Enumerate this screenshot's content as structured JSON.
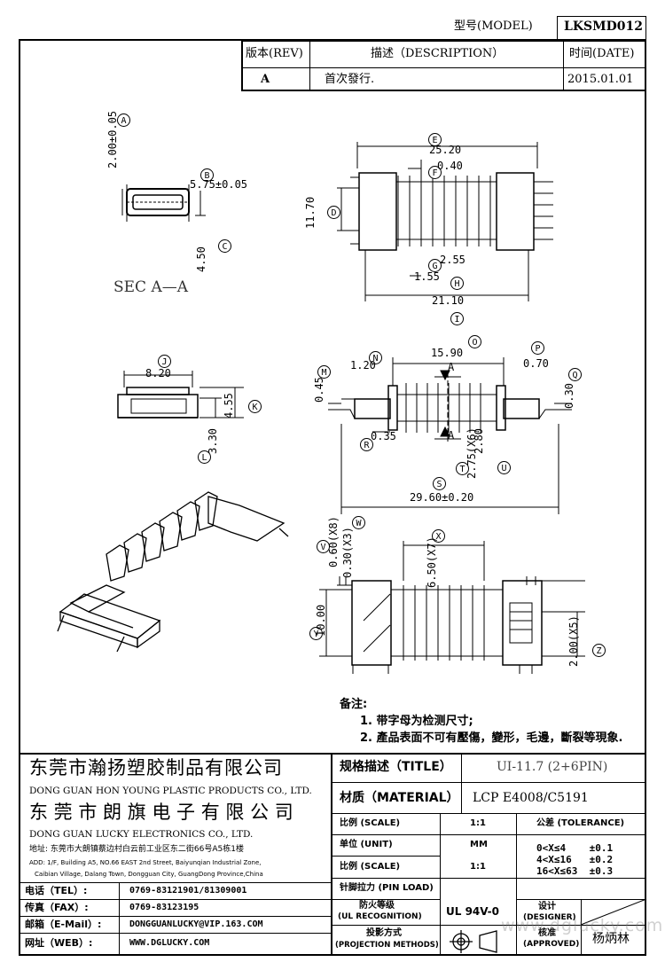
{
  "header": {
    "model_label": "型号(MODEL)",
    "model_value": "LKSMD012",
    "rev_label": "版本(REV)",
    "desc_label": "描述（DESCRIPTION）",
    "date_label": "时间(DATE)",
    "rev_value": "A",
    "desc_value": "首次發行.",
    "date_value": "2015.01.01"
  },
  "drawing": {
    "sec_label": "SEC A—A",
    "dims": {
      "a": "2.00±0.05",
      "b": "5.75±0.05",
      "c": "4.50",
      "e": "25.20",
      "f": "0.40",
      "d": "11.70",
      "g": "2.55",
      "h": "1.55",
      "i": "21.10",
      "j": "8.20",
      "k": "4.55",
      "l": "3.30",
      "n": "1.20",
      "o": "15.90",
      "p": "0.70",
      "m": "0.45",
      "q": "0.30",
      "r": "0.35",
      "t": "2.75(X6)",
      "u": "2.80",
      "s": "29.60±0.20",
      "v": "0.60(X8)",
      "w": "0.30(X3)",
      "x": "6.50(X7)",
      "y": "10.00",
      "z": "2.00(X5)",
      "section_mark": "A"
    },
    "markers": [
      "A",
      "B",
      "C",
      "D",
      "E",
      "F",
      "G",
      "H",
      "I",
      "J",
      "K",
      "L",
      "M",
      "N",
      "O",
      "P",
      "Q",
      "R",
      "S",
      "T",
      "U",
      "V",
      "W",
      "X",
      "Y",
      "Z"
    ]
  },
  "notes": {
    "title": "备注:",
    "line1": "1. 带字母为检测尺寸;",
    "line2": "2. 產品表面不可有壓傷，變形，毛邊，斷裂等現象."
  },
  "company": {
    "name1": "东莞市瀚扬塑胶制品有限公司",
    "name1_en": "DONG GUAN HON YOUNG PLASTIC PRODUCTS CO., LTD.",
    "name2": "东 莞 市 朗 旗 电 子 有 限 公 司",
    "name2_en": "DONG GUAN LUCKY ELECTRONICS CO., LTD.",
    "addr_cn": "地址: 东莞市大朗镇蔡边村白云前工业区东二街66号A5栋1楼",
    "addr_en1": "ADD: 1/F, Building A5, NO.66 EAST 2nd Street, Baiyunqian Industrial Zone,",
    "addr_en2": "Caibian Village, Dalang Town, Dongguan City, GuangDong Province,China"
  },
  "contacts": [
    {
      "label": "电话（TEL）:",
      "value": "0769-83121901/81309001"
    },
    {
      "label": "传真（FAX）:",
      "value": "0769-83123195"
    },
    {
      "label": "邮箱（E-Mail）:",
      "value": "DONGGUANLUCKY@VIP.163.COM"
    },
    {
      "label": "网址（WEB）:",
      "value": "WWW.DGLUCKY.COM"
    }
  ],
  "title_block": {
    "title_label": "规格描述（TITLE）",
    "title_value": "UI-11.7 (2+6PIN)",
    "material_label": "材质（MATERIAL）",
    "material_value": "LCP E4008/C5191",
    "scale_label": "比例 (SCALE)",
    "scale_value": "1:1",
    "tolerance_label": "公差 (TOLERANCE)",
    "unit_label": "单位 (UNIT)",
    "unit_value": "MM",
    "tol1": "0<X≤4    ±0.1",
    "tol2": "4<X≤16   ±0.2",
    "tol3": "16<X≤63  ±0.3",
    "scale2_label": "比例 (SCALE)",
    "scale2_value": "1:1",
    "pin_label": "针脚拉力 (PIN LOAD)",
    "fire_label": "防火等级",
    "fire_label_en": "(UL RECOGNITION)",
    "fire_value": "UL 94V-0",
    "proj_label": "投影方式",
    "proj_label_en": "(PROJECTION METHODS)",
    "designer_label": "设计",
    "designer_label_en": "(DESIGNER)",
    "approved_label": "核准",
    "approved_label_en": "(APPROVED)",
    "approver_name": "杨炳林",
    "watermark": "www.dglucky.com"
  }
}
